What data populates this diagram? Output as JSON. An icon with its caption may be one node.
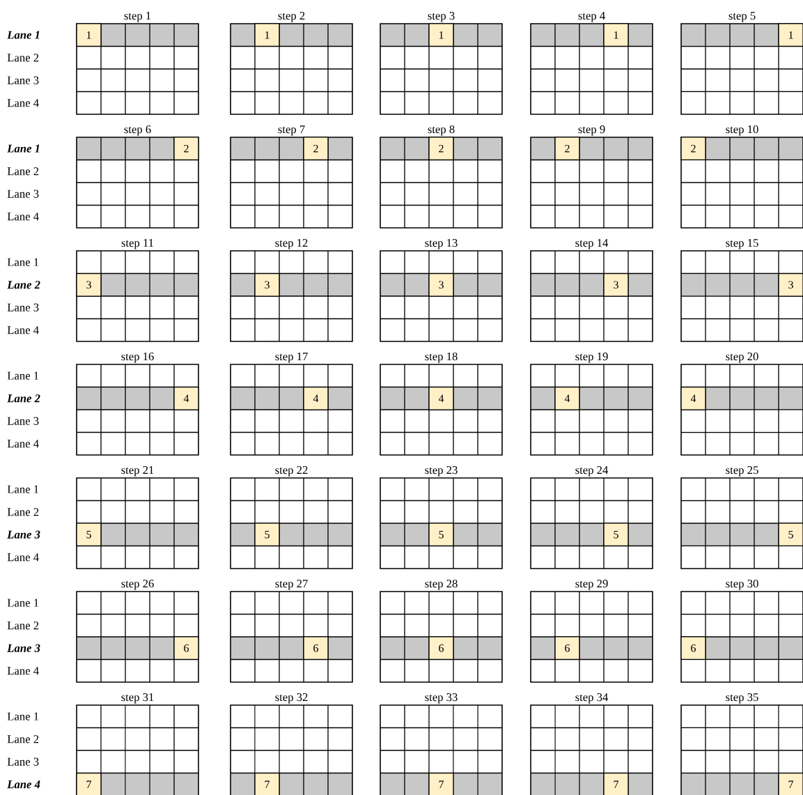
{
  "diagram": {
    "nodes": [
      {
        "text": [
          "step 1"
        ]
      },
      {
        "text": [
          "1"
        ],
        "in": 0
      },
      {
        "text": [
          "step 2"
        ]
      },
      {
        "text": [
          "1"
        ],
        "in": 2
      },
      {
        "text": [
          "step 3"
        ]
      },
      {
        "text": [
          "1"
        ],
        "in": 4
      },
      {
        "text": [
          "step 4"
        ]
      },
      {
        "text": [
          "1"
        ],
        "in": 6
      },
      {
        "text": [
          "step 5"
        ]
      },
      {
        "text": [
          "1"
        ],
        "in": 8
      },
      {
        "text": [
          "step 6"
        ]
      },
      {
        "text": [
          "2"
        ],
        "in": 10
      },
      {
        "text": [
          "step 7"
        ]
      },
      {
        "text": [
          "2"
        ],
        "in": 12
      },
      {
        "text": [
          "step 8"
        ]
      },
      {
        "text": [
          "2"
        ],
        "in": 14
      },
      {
        "text": [
          "step 9"
        ]
      },
      {
        "text": [
          "2"
        ],
        "in": 16
      },
      {
        "text": [
          "step 10"
        ]
      },
      {
        "text": [
          "2"
        ],
        "in": 18
      },
      {
        "text": [
          "step 11"
        ]
      },
      {
        "text": [
          "3"
        ],
        "in": 20
      },
      {
        "text": [
          "step 12"
        ]
      },
      {
        "text": [
          "3"
        ],
        "in": 22
      },
      {
        "text": [
          "step 13"
        ]
      },
      {
        "text": [
          "3"
        ],
        "in": 24
      },
      {
        "text": [
          "step 14"
        ]
      },
      {
        "text": [
          "3"
        ],
        "in": 26
      },
      {
        "text": [
          "step 15"
        ]
      },
      {
        "text": [
          "3"
        ],
        "in": 28
      },
      {
        "text": [
          "step 16"
        ]
      },
      {
        "text": [
          "4"
        ],
        "in": 30
      },
      {
        "text": [
          "step 17"
        ]
      },
      {
        "text": [
          "4"
        ],
        "in": 32
      },
      {
        "text": [
          "step 18"
        ]
      },
      {
        "text": [
          "4"
        ],
        "in": 34
      },
      {
        "text": [
          "step 19"
        ]
      },
      {
        "text": [
          "4"
        ],
        "in": 36
      },
      {
        "text": [
          "step 20"
        ]
      },
      {
        "text": [
          "4"
        ],
        "in": 38
      },
      {
        "text": [
          "step 21"
        ]
      },
      {
        "text": [
          "5"
        ],
        "in": 40
      },
      {
        "text": [
          "step 22"
        ]
      },
      {
        "text": [
          "5"
        ],
        "in": 42
      },
      {
        "text": [
          "step 23"
        ]
      },
      {
        "text": [
          "5"
        ],
        "in": 44
      },
      {
        "text": [
          "step 24"
        ]
      },
      {
        "text": [
          "5"
        ],
        "in": 46
      },
      {
        "text": [
          "step 25"
        ]
      },
      {
        "text": [
          "5"
        ],
        "in": 48
      },
      {
        "text": [
          "step 26"
        ]
      },
      {
        "text": [
          "6"
        ],
        "in": 50
      },
      {
        "text": [
          "step 27"
        ]
      },
      {
        "text": [
          "6"
        ],
        "in": 52
      },
      {
        "text": [
          "step 28"
        ]
      },
      {
        "text": [
          "6"
        ],
        "in": 54
      },
      {
        "text": [
          "step 29"
        ]
      },
      {
        "text": [
          "6"
        ],
        "in": 56
      },
      {
        "text": [
          "step 30"
        ]
      },
      {
        "text": [
          "6"
        ],
        "in": 58
      },
      {
        "text": [
          "step 31"
        ]
      },
      {
        "text": [
          "7"
        ],
        "in": 60
      },
      {
        "text": [
          "step 32"
        ]
      },
      {
        "text": [
          "7"
        ],
        "in": 62
      },
      {
        "text": [
          "step 33"
        ]
      },
      {
        "text": [
          "7"
        ],
        "in": 64
      },
      {
        "text": [
          "step 34"
        ]
      },
      {
        "text": [
          "7"
        ],
        "in": 66
      },
      {
        "text": [
          "step 35"
        ]
      },
      {
        "text": [
          "7"
        ],
        "in": 68
      }
    ],
    "labels": [
      "Lane 1",
      "Lane 2",
      "Lane 3",
      "Lane 4",
      "Lane 1",
      "Lane 2",
      "Lane 3",
      "Lane 4",
      "Lane 1",
      "Lane 2",
      "Lane 3",
      "Lane 4",
      "Lane 1",
      "Lane 2",
      "Lane 3",
      "Lane 4",
      "Lane 1",
      "Lane 2",
      "Lane 3",
      "Lane 4",
      "Lane 1",
      "Lane 2",
      "Lane 3",
      "Lane 4",
      "Lane 1",
      "Lane 2",
      "Lane 3",
      "Lane 4"
    ]
  }
}
